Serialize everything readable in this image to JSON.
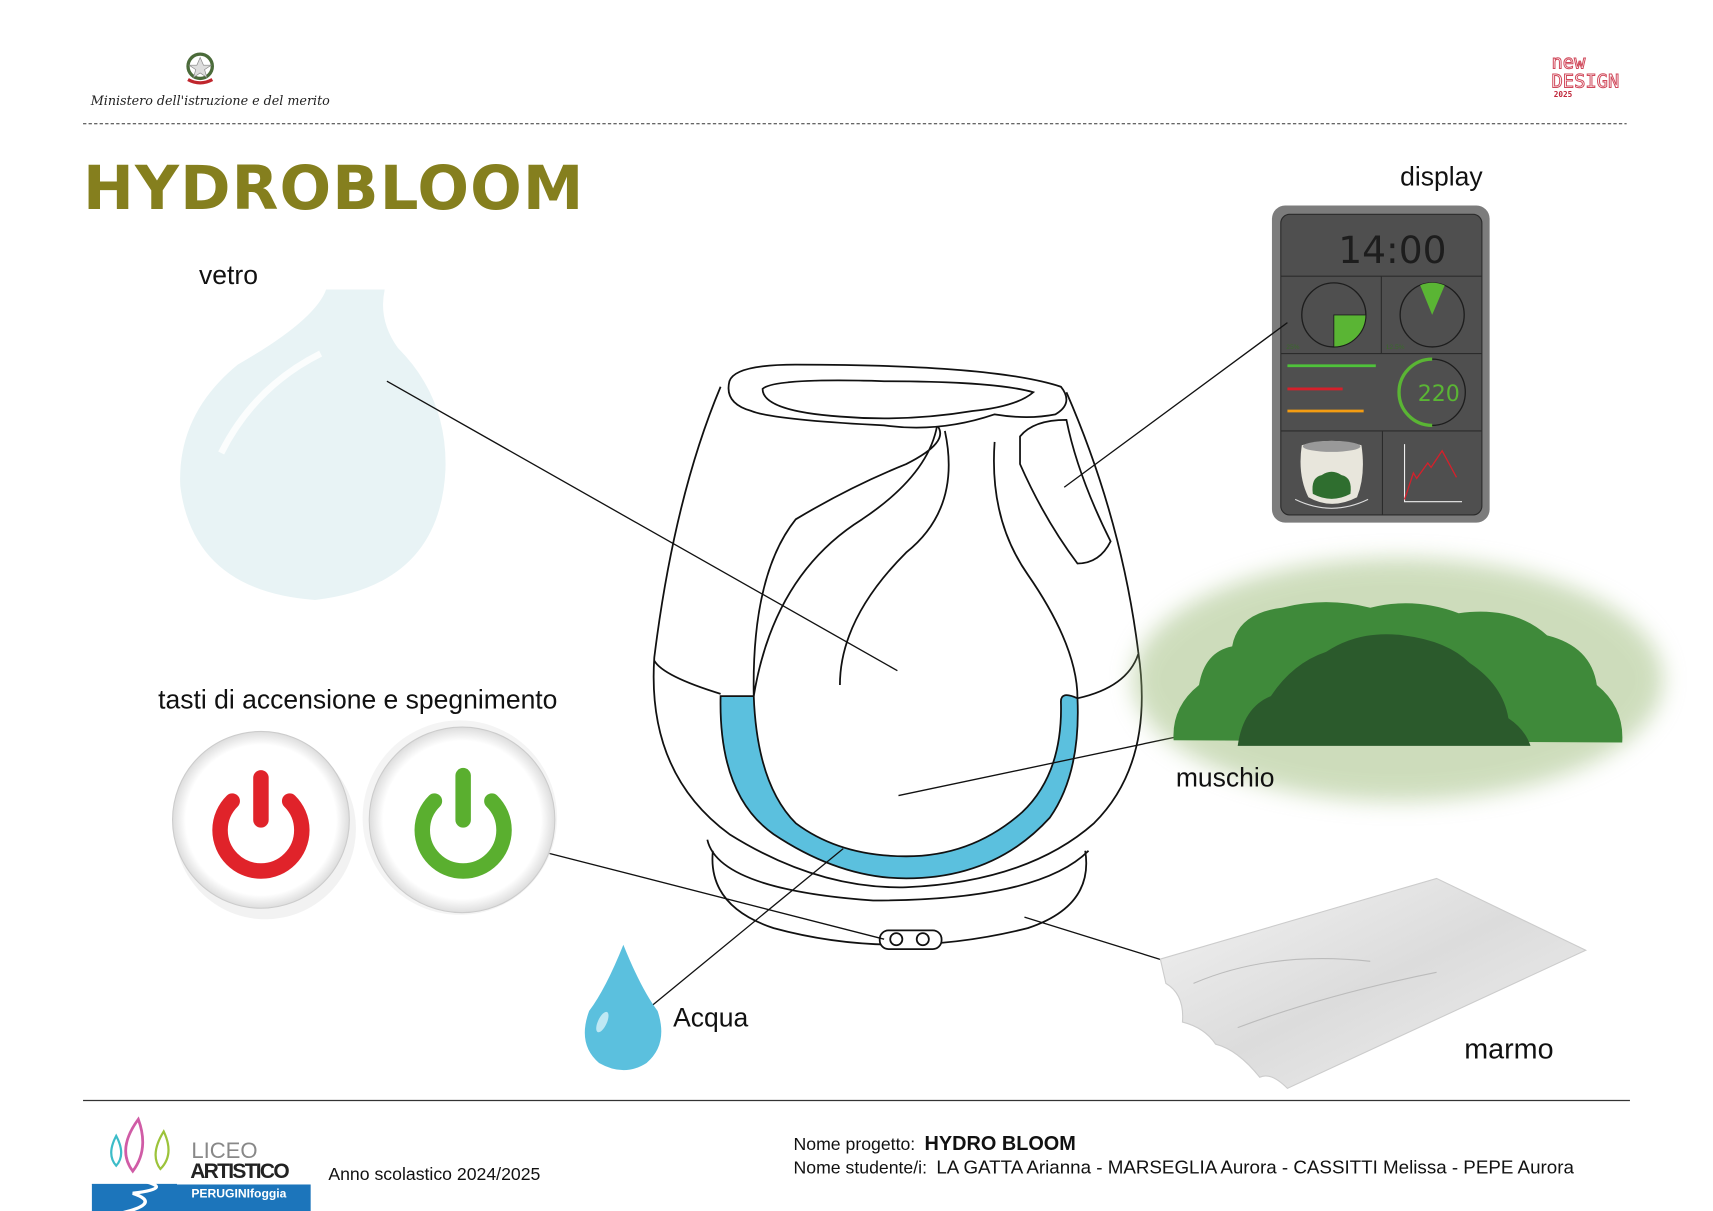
{
  "header": {
    "ministry": "Ministero dell'istruzione e del merito",
    "badge_logo": {
      "line1": "new",
      "line2": "design",
      "year": "2025"
    }
  },
  "title": "HYDROBLOOM",
  "labels": {
    "glass": "vetro",
    "display": "display",
    "buttons": "tasti di accensione e spegnimento",
    "moss": "muschio",
    "water": "Acqua",
    "marble": "marmo"
  },
  "display_panel": {
    "time": "14:00",
    "pie1_label": "25%",
    "pie1_fraction": 0.25,
    "pie2_label": "12.5%",
    "pie2_fraction": 0.125,
    "gauge_value": "220",
    "gauge_fraction": 0.5
  },
  "footer": {
    "school_logo": {
      "line1": "LICEO",
      "line2": "ARTISTICO",
      "line3": "PERUGINIfoggia"
    },
    "school_year": "Anno scolastico 2024/2025",
    "project_label": "Nome progetto:",
    "project_name": "HYDRO BLOOM",
    "students_label": "Nome studente/i:",
    "students": "LA GATTA Arianna - MARSEGLIA Aurora - CASSITTI Melissa - PEPE Aurora"
  },
  "colors": {
    "title": "#857f1e",
    "water": "#5bc0de",
    "power_off": "#e0232a",
    "power_on": "#5aaf2f",
    "panel": "#4f4f4f"
  }
}
